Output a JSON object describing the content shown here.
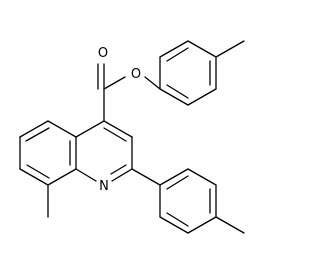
{
  "molecule": {
    "atoms": {
      "ester_carbonyl_oxygen": "O",
      "ester_ether_oxygen": "O",
      "quinoline_nitrogen": "N"
    }
  },
  "colors": {
    "background": "#ffffff",
    "bond": "#000000",
    "label": "#000000"
  }
}
